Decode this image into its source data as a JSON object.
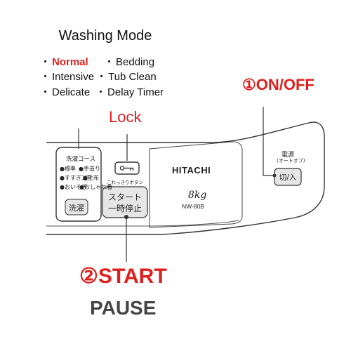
{
  "washing_mode": {
    "title": "Washing Mode",
    "items": [
      {
        "label": "Normal",
        "highlighted": true
      },
      {
        "label": "Bedding",
        "highlighted": false
      },
      {
        "label": "Intensive",
        "highlighted": false
      },
      {
        "label": "Tub Clean",
        "highlighted": false
      },
      {
        "label": "Delicate",
        "highlighted": false
      },
      {
        "label": "Delay Timer",
        "highlighted": false
      }
    ],
    "bullet": "・"
  },
  "callouts": {
    "onoff": "①ON/OFF",
    "lock": "Lock",
    "start": "②START",
    "pause": "PAUSE"
  },
  "panel": {
    "course_title": "洗濯コース",
    "course_options": [
      "●標準",
      "●手造り",
      "●すすぎ1回",
      "●毛布",
      "●おいそぎ",
      "●おしゃれ着"
    ],
    "course_button": "洗濯",
    "lock_caption": "これっきりボタン",
    "lock_icon": "key-icon",
    "start_button_line1": "スタート",
    "start_button_line2": "一時停止",
    "brand": "HITACHI",
    "capacity": "8kg",
    "model": "NW-80B",
    "power_title": "電源",
    "power_subtitle": "(オートオフ)",
    "power_button": "切/入"
  },
  "colors": {
    "accent_red": "#e0201e",
    "pause_gray": "#444444",
    "panel_line": "#333333",
    "button_fill": "#e6e6e6"
  }
}
